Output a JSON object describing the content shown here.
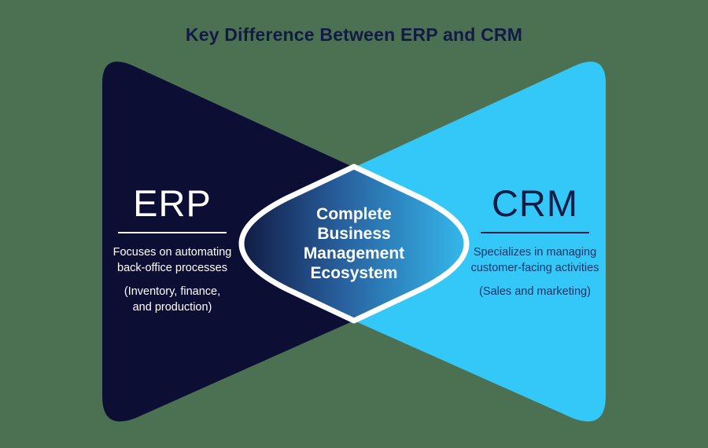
{
  "title": "Key Difference Between ERP and CRM",
  "erp": {
    "heading": "ERP",
    "description": [
      "Focuses on automating",
      "back-office processes"
    ],
    "note": [
      "(Inventory, finance,",
      "and production)"
    ]
  },
  "crm": {
    "heading": "CRM",
    "description": [
      "Specializes in managing",
      "customer-facing activities"
    ],
    "note": [
      "(Sales and marketing)"
    ]
  },
  "center": {
    "lines": [
      "Complete",
      "Business",
      "Management",
      "Ecosystem"
    ]
  },
  "colors": {
    "background": "#4b7152",
    "erp_shape": "#0d0e34",
    "crm_shape": "#34c8f9",
    "title_text": "#111b44",
    "crm_heading_text": "#0e1d46",
    "crm_body_text": "#113569",
    "white": "#ffffff",
    "diamond_gradient_start": "#111b44",
    "diamond_gradient_mid": "#28619f",
    "diamond_gradient_end": "#35b8ec"
  }
}
